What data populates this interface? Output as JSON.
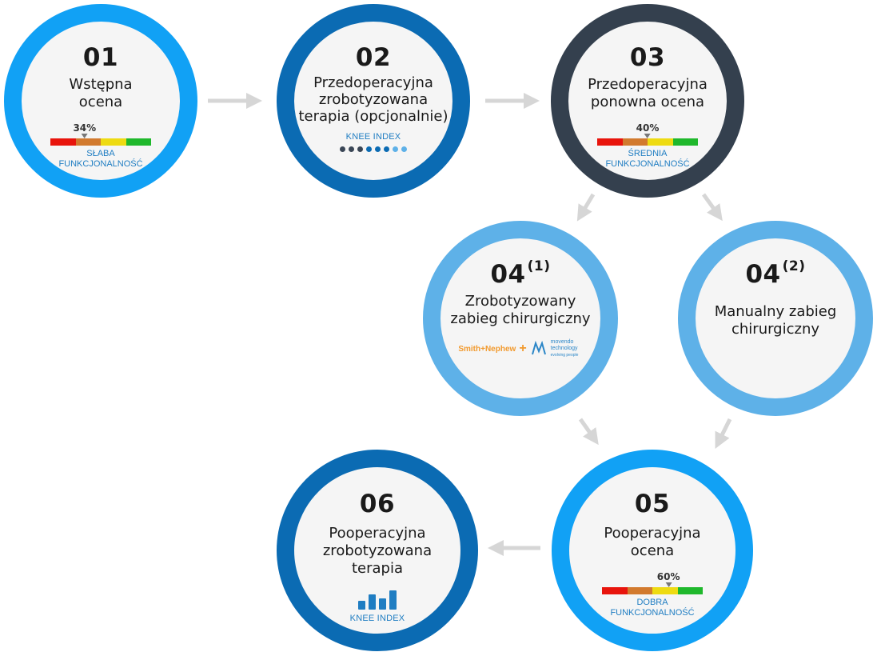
{
  "scale_colors": [
    "#e8140c",
    "#d27a2e",
    "#eedb12",
    "#1fb82c"
  ],
  "colors": {
    "ring_light": "#11a1f5",
    "ring_mid": "#0b6bb3",
    "ring_dark": "#34404e",
    "ring_pale": "#5eb1e8",
    "arrow": "#d6d6d6",
    "accent_blue": "#1f7dc2"
  },
  "steps": [
    {
      "id": "01",
      "title_lines": [
        "Wstępna",
        "ocena"
      ],
      "percent": "34%",
      "percent_value": 34,
      "level_label_lines": [
        "SŁABA",
        "FUNKCJONALNOŚĆ"
      ]
    },
    {
      "id": "02",
      "title_lines": [
        "Przedoperacyjna",
        "zrobotyzowana",
        "terapia (opcjonalnie)"
      ],
      "index_label": "KNEE INDEX",
      "dot_colors": [
        "#3a4656",
        "#3a4656",
        "#3a4656",
        "#0b6bb3",
        "#0b6bb3",
        "#0b6bb3",
        "#5eb1e8",
        "#5eb1e8"
      ]
    },
    {
      "id": "03",
      "title_lines": [
        "Przedoperacyjna",
        "ponowna ocena"
      ],
      "percent": "40%",
      "percent_value": 40,
      "level_label_lines": [
        "ŚREDNIA",
        "FUNKCJONALNOŚĆ"
      ]
    },
    {
      "id": "04",
      "sup": "(1)",
      "title_lines": [
        "Zrobotyzowany",
        "zabieg chirurgiczny"
      ],
      "logo_left": "Smith+Nephew",
      "logo_right": "movendo technology",
      "logo_right_sub": "evolving people"
    },
    {
      "id": "04",
      "sup": "(2)",
      "title_lines": [
        "Manualny zabieg",
        "chirurgiczny"
      ]
    },
    {
      "id": "05",
      "title_lines": [
        "Pooperacyjna",
        "ocena"
      ],
      "percent": "60%",
      "percent_value": 60,
      "level_label_lines": [
        "DOBRA",
        "FUNKCJONALNOŚĆ"
      ]
    },
    {
      "id": "06",
      "title_lines": [
        "Pooperacyjna",
        "zrobotyzowana",
        "terapia"
      ],
      "index_label": "KNEE INDEX",
      "bar_levels": [
        0.45,
        0.8,
        0.6,
        1.0
      ]
    }
  ]
}
